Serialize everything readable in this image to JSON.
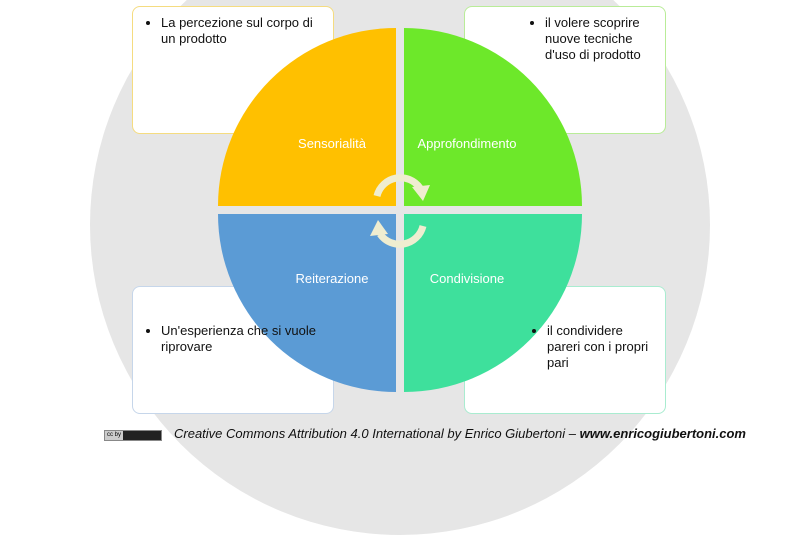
{
  "quadrants": [
    {
      "label": "Sensorialità",
      "color": "#ffc000",
      "note": "La percezione sul corpo di un prodotto"
    },
    {
      "label": "Approfondimento",
      "color": "#6de82a",
      "note": "il volere scoprire nuove tecniche d'uso di prodotto"
    },
    {
      "label": "Reiterazione",
      "color": "#5b9bd5",
      "note": "Un'esperienza che si vuole riprovare"
    },
    {
      "label": "Condivisione",
      "color": "#3ee09c",
      "note": "il condividere pareri con i propri pari"
    }
  ],
  "footer": {
    "license_badge": "cc by",
    "credit": "Creative Commons Attribution 4.0 International by  Enrico Giubertoni –",
    "website": "www.enricogiubertoni.com"
  }
}
